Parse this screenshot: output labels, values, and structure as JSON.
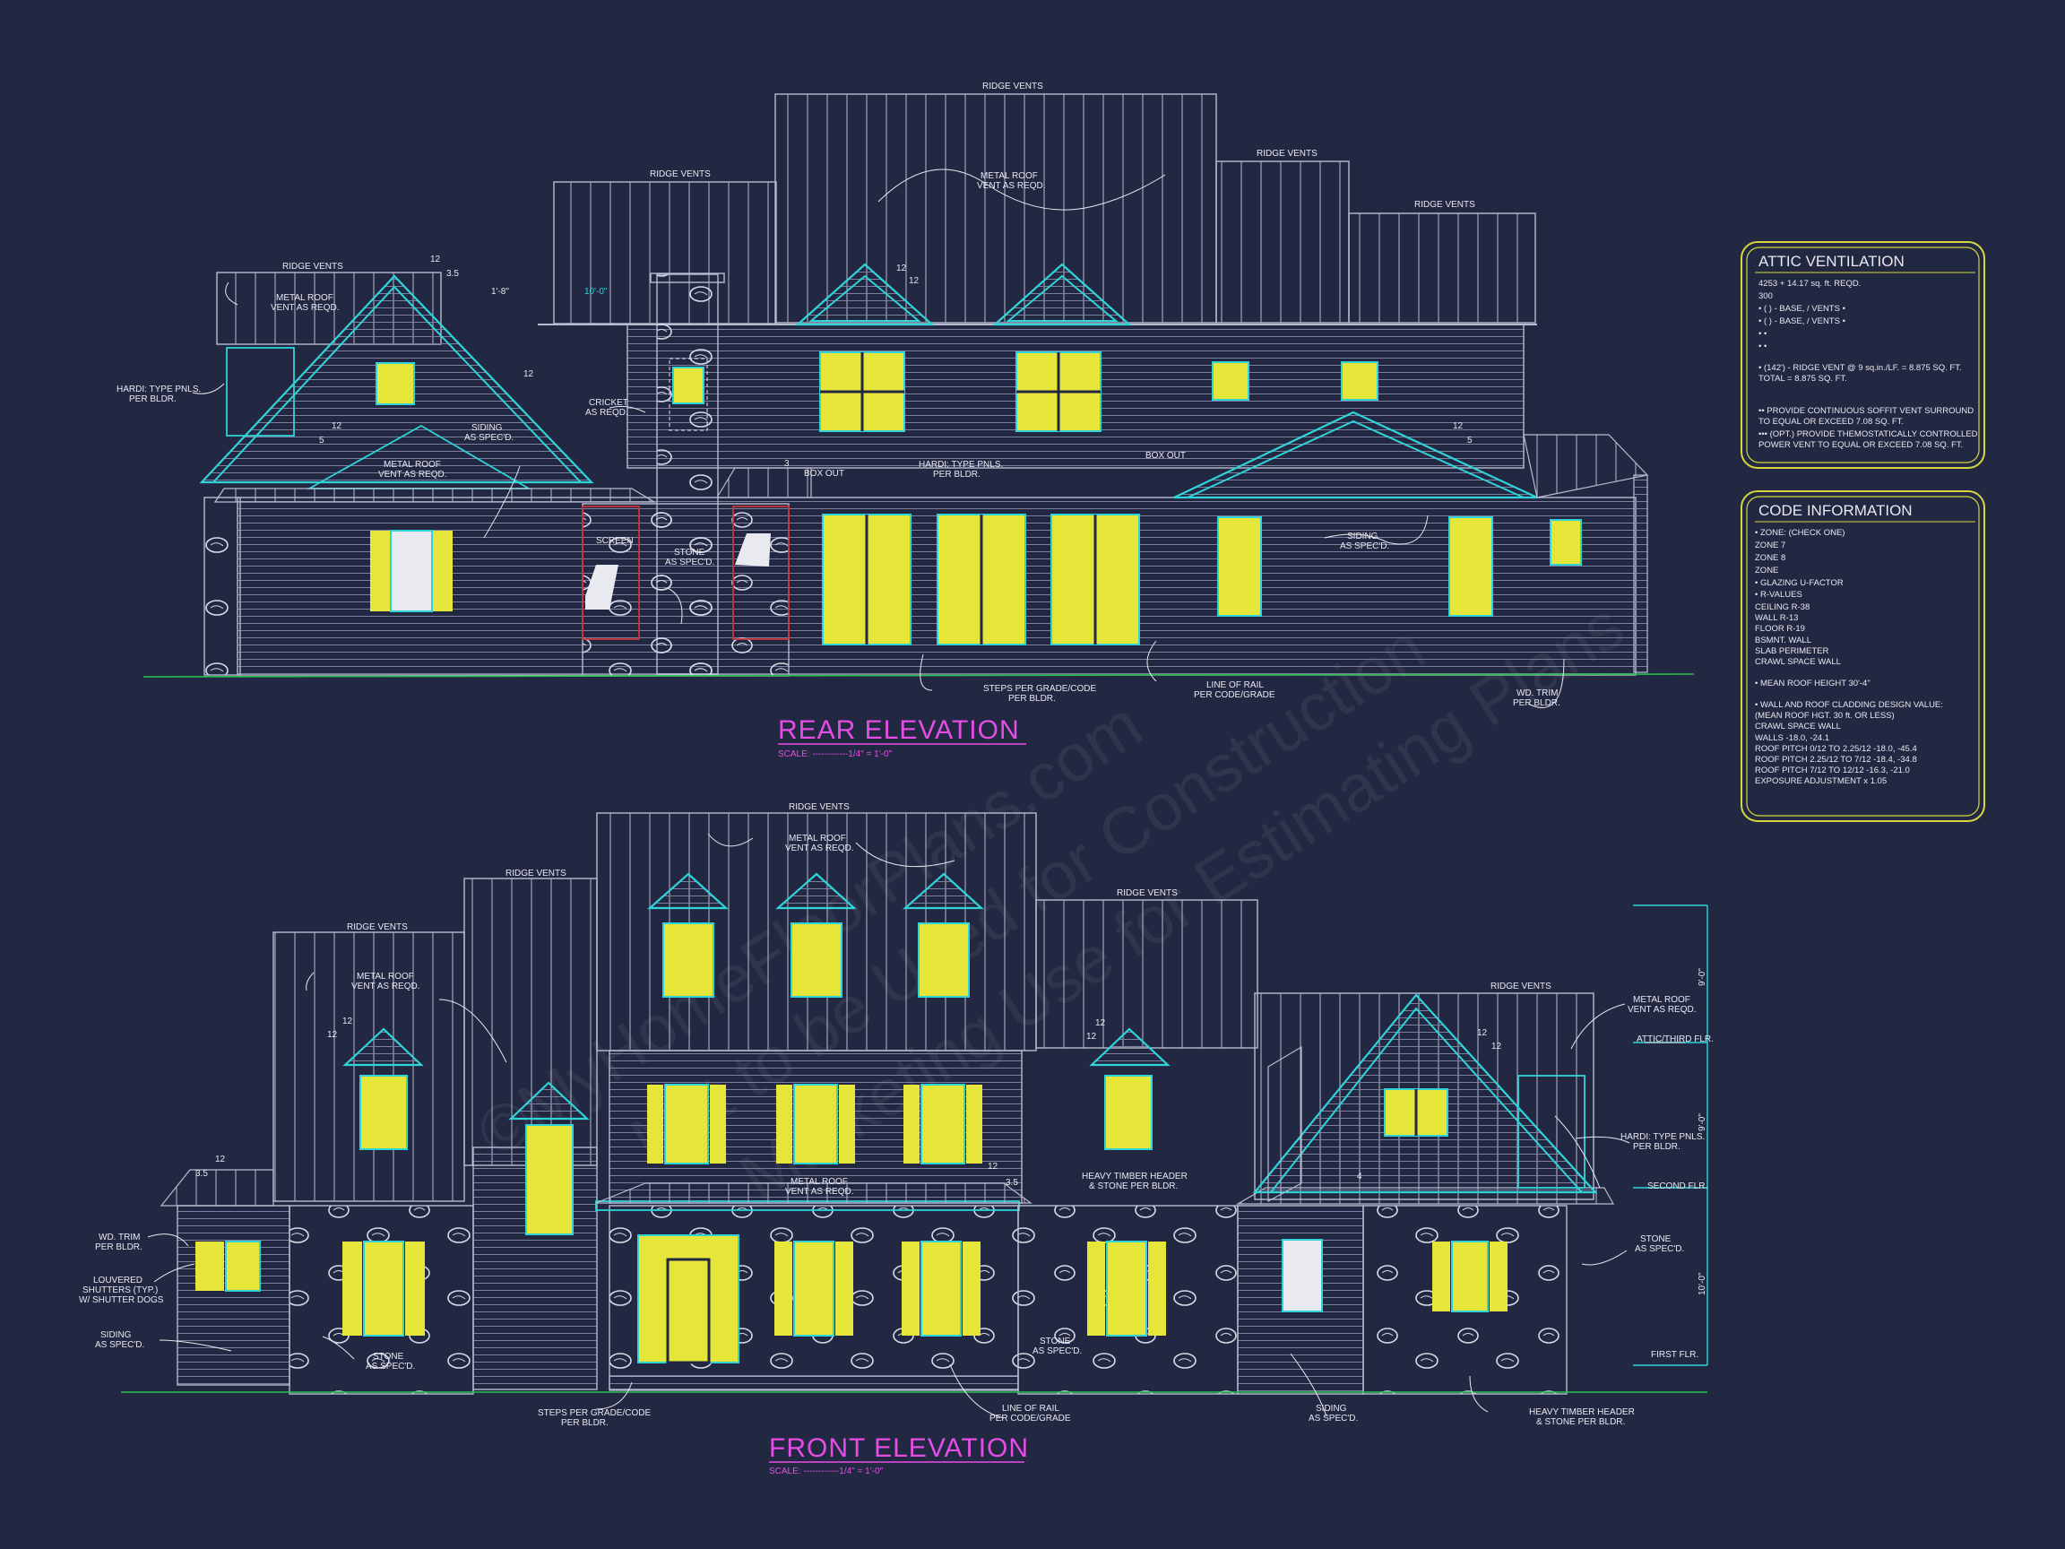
{
  "colors": {
    "background": "#232842",
    "window": "#e5e53a",
    "trim": "#2fd3d8",
    "title": "#e64de6",
    "lines": "#b8bcd0",
    "ground": "#27c24c",
    "accent_red": "#c8343a",
    "box_border": "#d6d640"
  },
  "watermark": [
    "©MyHomeFloorPlans.com",
    "Not to be Used for Construction",
    "Marketing Use for Estimating Plans"
  ],
  "rear": {
    "title": "REAR ELEVATION",
    "scale": "SCALE: ------------1/4\" = 1'-0\"",
    "notes": {
      "ridge_top": "RIDGE VENTS",
      "ridge_mid": "RIDGE VENTS",
      "ridge_right": "RIDGE VENTS",
      "ridge_far": "RIDGE VENTS",
      "ridge_left": "RIDGE VENTS",
      "metal_top_1": "METAL ROOF",
      "metal_top_2": "VENT AS REQD.",
      "metal_left_1": "METAL ROOF",
      "metal_left_2": "VENT AS REQD.",
      "metal_low_1": "METAL ROOF",
      "metal_low_2": "VENT AS REQD.",
      "hardi_1": "HARDI: TYPE PNLS.",
      "hardi_2": "PER BLDR.",
      "cricket_1": "CRICKET",
      "cricket_2": "AS REQD.",
      "siding_1": "SIDING",
      "siding_2": "AS SPEC'D.",
      "screen": "SCREEN",
      "stone_1": "STONE",
      "stone_2": "AS SPEC'D.",
      "box_out_1": "BOX OUT",
      "box_out_2": "BOX OUT",
      "hardi_c1": "HARDI: TYPE PNLS.",
      "hardi_c2": "PER BLDR.",
      "siding_r1": "SIDING",
      "siding_r2": "AS SPEC'D.",
      "steps_1": "STEPS PER GRADE/CODE",
      "steps_2": "PER BLDR.",
      "rail_1": "LINE OF RAIL",
      "rail_2": "PER CODE/GRADE",
      "trim_1": "WD. TRIM",
      "trim_2": "PER BLDR.",
      "pitch_12a": "12",
      "pitch_35": "3.5",
      "pitch_12b": "12",
      "pitch_12c": "12",
      "pitch_12d": "12",
      "pitch_5a": "5",
      "pitch_12e": "12",
      "pitch_3": "3",
      "pitch_12f": "12",
      "pitch_5b": "5",
      "dim_10": "10'-0\"",
      "dim_1": "1'-8\""
    }
  },
  "front": {
    "title": "FRONT ELEVATION",
    "scale": "SCALE: ------------1/4\" = 1'-0\"",
    "notes": {
      "ridge_top": "RIDGE VENTS",
      "ridge_left": "RIDGE VENTS",
      "ridge_leftmost": "RIDGE VENTS",
      "ridge_right": "RIDGE VENTS",
      "ridge_far": "RIDGE VENTS",
      "metal_top_1": "METAL ROOF",
      "metal_top_2": "VENT AS REQD.",
      "metal_left_1": "METAL ROOF",
      "metal_left_2": "VENT AS REQD.",
      "metal_porch_1": "METAL ROOF",
      "metal_porch_2": "VENT AS REQD.",
      "metal_right_1": "METAL ROOF",
      "metal_right_2": "VENT AS REQD.",
      "timber_1": "HEAVY TIMBER HEADER",
      "timber_2": "& STONE PER BLDR.",
      "timber_b1": "HEAVY TIMBER HEADER",
      "timber_b2": "& STONE PER BLDR.",
      "wd_trim_1": "WD. TRIM",
      "wd_trim_2": "PER BLDR.",
      "shutters_1": "LOUVERED",
      "shutters_2": "SHUTTERS (TYP.)",
      "shutters_3": "W/ SHUTTER DOGS",
      "siding_l1": "SIDING",
      "siding_l2": "AS SPEC'D.",
      "stone_l1": "STONE",
      "stone_l2": "AS SPEC'D.",
      "stone_c1": "STONE",
      "stone_c2": "AS SPEC'D.",
      "stone_r1": "STONE",
      "stone_r2": "AS SPEC'D.",
      "steps_1": "STEPS PER GRADE/CODE",
      "steps_2": "PER BLDR.",
      "rail_1": "LINE OF RAIL",
      "rail_2": "PER CODE/GRADE",
      "siding_b1": "SIDING",
      "siding_b2": "AS SPEC'D.",
      "hardi_1": "HARDI: TYPE PNLS.",
      "hardi_2": "PER BLDR.",
      "attic": "ATTIC/THIRD FLR.",
      "second": "SECOND FLR.",
      "first": "FIRST FLR.",
      "dim_9a": "9'-0\"",
      "dim_9b": "9'-0\"",
      "dim_10": "10'-0\"",
      "pitch_12a": "12",
      "pitch_12b": "12",
      "pitch_35a": "3.5",
      "pitch_12c": "12",
      "pitch_12d": "12",
      "pitch_35b": "3.5",
      "pitch_12e": "12",
      "pitch_12f": "12",
      "pitch_12g": "12",
      "pitch_12h": "12",
      "pitch_4": "4"
    }
  },
  "attic_box": {
    "title": "ATTIC VENTILATION",
    "lines": [
      "4253 + 14.17 sq. ft. REQD.",
      "300",
      "• (      ) -          BASE,    /    VENTS   •",
      "• (      ) -          BASE,    /    VENTS   •",
      "•                                                       •",
      "•                                                       •",
      "• (142') - RIDGE VENT @ 9 sq.in./LF. = 8.875 SQ. FT.",
      "                                    TOTAL     = 8.875 SQ. FT.",
      "•• PROVIDE CONTINUOUS SOFFIT VENT SURROUND",
      "     TO EQUAL OR EXCEED 7.08 SQ. FT.",
      "••• (OPT.) PROVIDE THEMOSTATICALLY CONTROLLED",
      "     POWER VENT TO EQUAL OR EXCEED 7.08 SQ. FT."
    ]
  },
  "code_box": {
    "title": "CODE INFORMATION",
    "lines": [
      "• ZONE: (CHECK ONE)",
      "        ZONE 7",
      "        ZONE 8",
      "        ZONE",
      "• GLAZING U-FACTOR",
      "• R-VALUES",
      "        CEILING                R-38",
      "        WALL                    R-13",
      "        FLOOR                  R-19",
      "        BSMNT. WALL",
      "        SLAB PERIMETER",
      "        CRAWL SPACE WALL",
      "",
      "• MEAN ROOF HEIGHT  30'-4\"",
      "",
      "• WALL AND ROOF CLADDING DESIGN VALUE:",
      "   (MEAN ROOF HGT. 30 ft. OR LESS)",
      "        CRAWL SPACE WALL",
      "        WALLS                           -18.0, -24.1",
      "        ROOF PITCH 0/12 TO 2.25/12   -18.0, -45.4",
      "        ROOF PITCH 2.25/12 TO 7/12   -18.4, -34.8",
      "        ROOF PITCH 7/12 TO 12/12     -16.3, -21.0",
      "        EXPOSURE ADJUSTMENT          x 1.05"
    ]
  }
}
